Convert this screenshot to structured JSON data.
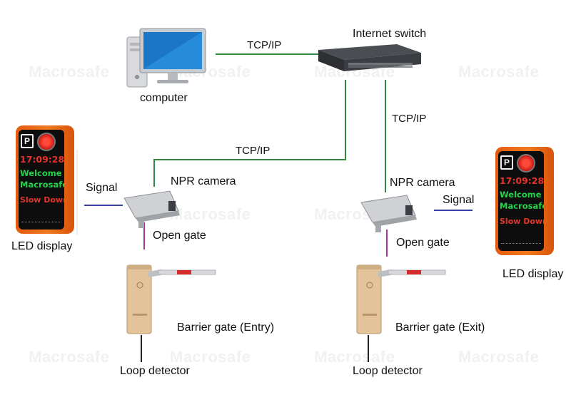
{
  "watermark": "Macrosafe",
  "labels": {
    "internet_switch": "Internet switch",
    "computer": "computer",
    "tcpip_top": "TCP/IP",
    "tcpip_right": "TCP/IP",
    "tcpip_mid": "TCP/IP",
    "npr_camera_left": "NPR camera",
    "npr_camera_right": "NPR camera",
    "signal_left": "Signal",
    "signal_right": "Signal",
    "open_gate_left": "Open gate",
    "open_gate_right": "Open gate",
    "led_display_left": "LED display",
    "led_display_right": "LED display",
    "barrier_entry": "Barrier gate (Entry)",
    "barrier_exit": "Barrier gate (Exit)",
    "loop_left": "Loop detector",
    "loop_right": "Loop detector"
  },
  "led_screen": {
    "p_sign": "P",
    "time": "17:09:28",
    "welcome": "Welcome",
    "brand": "Macrosafe",
    "slow": "Slow Down"
  },
  "colors": {
    "network_link": "#2e8a3e",
    "signal_link": "#3a3fa8",
    "open_gate_link": "#a0388e",
    "loop_link": "#222222",
    "led_time": "#e8322a",
    "led_welcome": "#22d34a",
    "led_slow": "#e8322a"
  }
}
